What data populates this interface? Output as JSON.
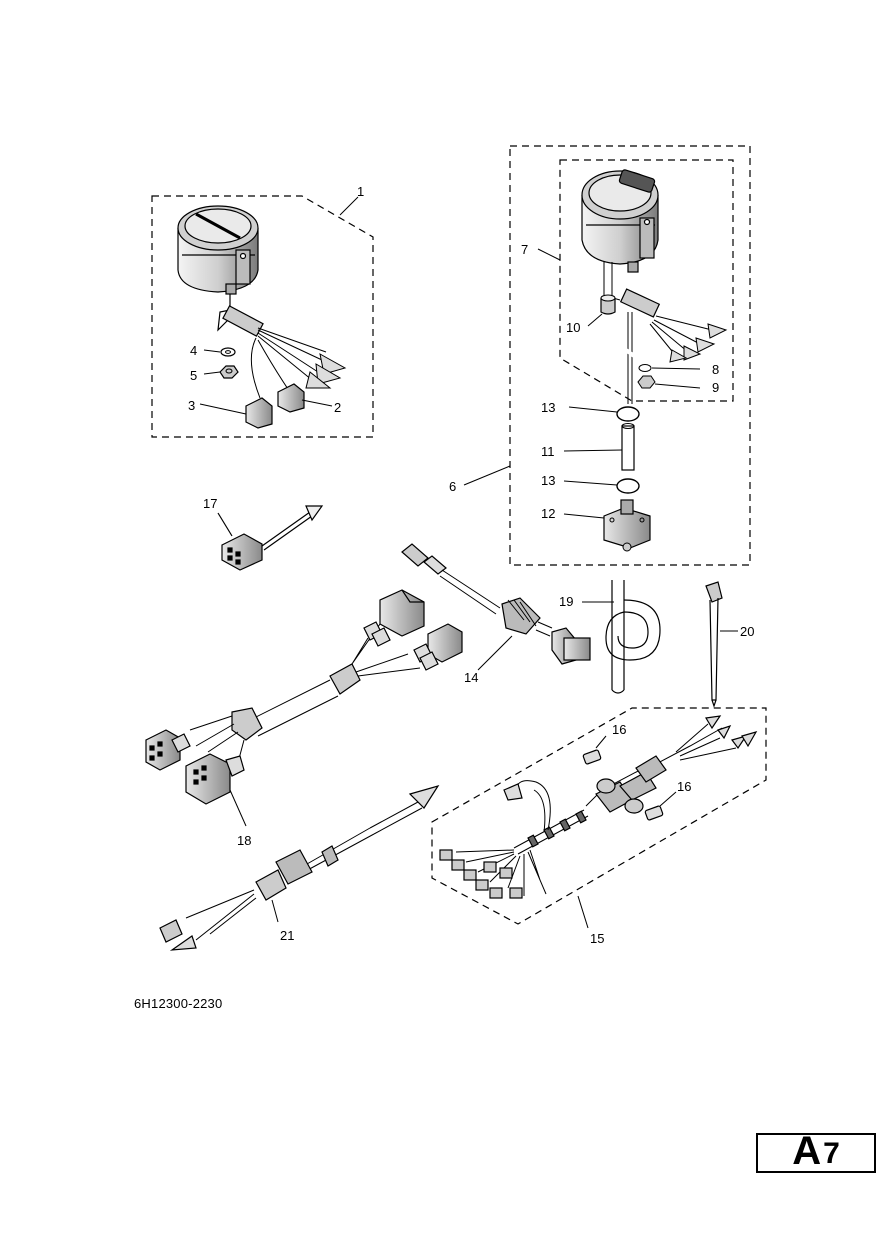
{
  "callouts": [
    {
      "id": "1",
      "text": "1"
    },
    {
      "id": "2",
      "text": "2"
    },
    {
      "id": "3",
      "text": "3"
    },
    {
      "id": "4",
      "text": "4"
    },
    {
      "id": "5",
      "text": "5"
    },
    {
      "id": "6",
      "text": "6"
    },
    {
      "id": "7",
      "text": "7"
    },
    {
      "id": "8",
      "text": "8"
    },
    {
      "id": "9",
      "text": "9"
    },
    {
      "id": "10",
      "text": "10"
    },
    {
      "id": "11",
      "text": "11"
    },
    {
      "id": "12",
      "text": "12"
    },
    {
      "id": "13a",
      "text": "13"
    },
    {
      "id": "13b",
      "text": "13"
    },
    {
      "id": "14",
      "text": "14"
    },
    {
      "id": "15",
      "text": "15"
    },
    {
      "id": "16a",
      "text": "16"
    },
    {
      "id": "16b",
      "text": "16"
    },
    {
      "id": "17",
      "text": "17"
    },
    {
      "id": "18",
      "text": "18"
    },
    {
      "id": "19",
      "text": "19"
    },
    {
      "id": "20",
      "text": "20"
    },
    {
      "id": "21",
      "text": "21"
    }
  ],
  "footer": {
    "doc_code": "6H12300-2230",
    "page_letter": "A",
    "page_number": "7"
  }
}
